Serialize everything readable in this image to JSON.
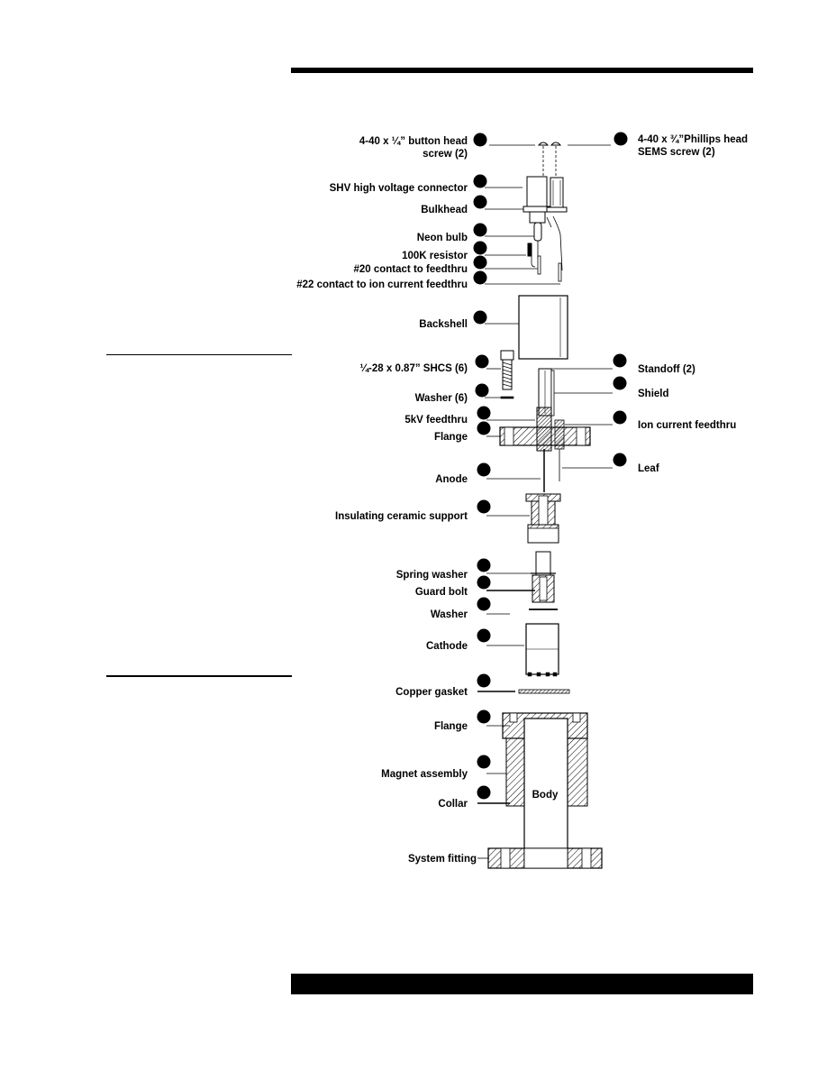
{
  "labels": {
    "l1": "4-40 x ¼” button head",
    "l1b": "screw (2)",
    "l2": "4-40 x ¾”Phillips head",
    "l2b": "SEMS screw (2)",
    "shv": "SHV high voltage connector",
    "bulkhead": "Bulkhead",
    "neon": "Neon bulb",
    "resistor": "100K resistor",
    "contact20": "#20 contact to feedthru",
    "contact22": "#22 contact to ion current feedthru",
    "backshell": "Backshell",
    "shcs": "¼-28 x 0.87” SHCS (6)",
    "standoff": "Standoff (2)",
    "washer6": "Washer (6)",
    "shield": "Shield",
    "feedthru5kv": "5kV feedthru",
    "ionfeed": "Ion current feedthru",
    "flange1": "Flange",
    "leaf": "Leaf",
    "anode": "Anode",
    "ceramic": "Insulating ceramic support",
    "springwasher": "Spring washer",
    "guardbolt": "Guard bolt",
    "washer": "Washer",
    "cathode": "Cathode",
    "gasket": "Copper gasket",
    "flange2": "Flange",
    "magnet": "Magnet assembly",
    "collar": "Collar",
    "fitting": "System fitting",
    "body": "Body"
  }
}
